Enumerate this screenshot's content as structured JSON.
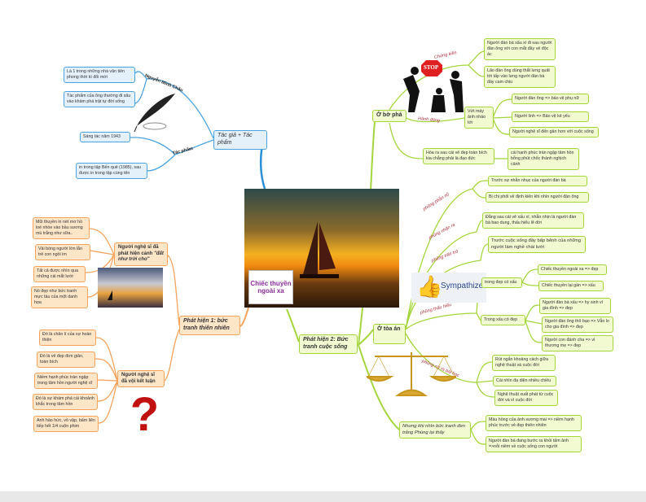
{
  "center": {
    "title": "Chiếc thuyền ngoài xa"
  },
  "author_branch": {
    "title": "Tác giả + Tác phẩm",
    "author_label": "Nguyễn Minh Châu",
    "work_label": "Tác phẩm",
    "author_items": [
      "Là 1 trong những nhà văn tiên phong thời kì đổi mới",
      "Tác phẩm của ông thường đi sâu vào khám phá trật tự đời sống"
    ],
    "work_items": [
      "Sáng tác năm 1943",
      "in trong tập Bến quê (1985), sau được in trong tập cùng tên"
    ]
  },
  "discovery1": {
    "title": "Phát hiện 1: bức tranh thiên nhiên",
    "scene": {
      "title_line1": "Người nghệ sĩ đã phát hiện cảnh",
      "title_line2": "\"đất như trời cho\"",
      "items": [
        "Mũi thuyền in nét mơ hồ loè nhòe vào bầu sương mù trắng như sữa..",
        "Vài bóng người lớn lẫn trẻ con ngồi im",
        "Tất cả được nhìn qua những cái mắt lưới",
        "Nó đẹp như bức tranh mực tàu của một danh họa"
      ]
    },
    "conclusion": {
      "title": "Người nghệ sĩ đã vội kết luận",
      "items": [
        "Đó là chân lí của sự hoàn thiện",
        "Đó là vẻ đẹp đơn giản, toàn bích",
        "Niềm hạnh phúc tràn ngập trong tâm hồn người nghệ sĩ",
        "Đó là sự khám phá cái khoảnh khắc trong tâm hồn",
        "Anh háo hức, vồ vập, bấm liên tiếp hết 1/4 cuộn phim"
      ]
    }
  },
  "discovery2": {
    "title": "Phát hiện 2: Bức tranh cuộc sống",
    "lagoon": {
      "title": "Ở bờ phá",
      "witness_label": "Chứng kiến",
      "action_label": "Hành động",
      "stop_sign": "STOP",
      "witness_items": [
        "Người đàn bà xấu xí đi sau người đàn ông với con mắt đầy vẻ độc ác",
        "Lão đàn ông dùng thắt lưng quất tới tấp vào lưng người đàn bà đầy cam chịu"
      ],
      "action": "Vứt máy ảnh nhào tới",
      "action_items": [
        "Người đàn ông => bảo vệ phụ nữ",
        "Người lính => Bảo vệ kẻ yếu",
        "Người nghệ sĩ đến gần hơn với cuộc sống"
      ],
      "realization": "Hóa ra sau cái vẻ đẹp toàn bích kia chẳng phải là đạo đức",
      "realization_item": "cái hạnh phúc tràn ngập tâm hồn bỗng phút chốc thành nghịch cảnh"
    },
    "court": {
      "title": "Ở tòa án",
      "anger_label": "phũng phẫn nộ",
      "anger_items": [
        "Trước sự nhẫn nhục của người đàn bà",
        "Bị chi phối về định kiến khi nhìn người đàn ông"
      ],
      "realize_label": "phũng nhận ra",
      "realize_item": "Đằng sau cái vẻ xấu xí, nhẫn nhịn là người đàn bà bao dung, thấu hiểu lẽ đời",
      "worry_label": "phũng trăn trở",
      "worry_item": "Trước cuộc sống đầy bấp bênh của những người làm nghề chài lưới",
      "sympathize_image_text": "Sympathize",
      "understand_label": "phũng thấu hiểu",
      "beauty_has_ugly": "trong đẹp có xấu",
      "beauty_items": [
        "Chiếc thuyền ngoài xa => đẹp",
        "Chiếc thuyền lại gần => xấu"
      ],
      "ugly_has_beauty": "Trong xấu có đẹp",
      "ugly_items": [
        "Người đàn bà xấu => hy sinh vì gia đình => đẹp",
        "Người đàn ông thô bạo => Vẫn lo cho gia đình => đẹp",
        "Người con đánh cha => vì thương mẹ => đẹp"
      ],
      "lesson_label": "phũng rút ra bài học",
      "lesson_items": [
        "Rút ngắn khoảng cách giữa nghệ thuật và cuộc đời",
        "Cái nhìn đa diện nhiều chiều",
        "Nghệ thuật xuất phát từ cuộc đời và vì cuộc đời"
      ]
    },
    "photo": {
      "title": "Nhưng khi nhìn bức tranh đen trắng Phùng lại thấy",
      "items": [
        "Màu hồng của ánh sương mai => niềm hạnh phúc trước vẻ đẹp thiên nhiên",
        "Người đàn bà đang bước ra khỏi tấm ảnh =>nỗi niềm về cuộc sống con người"
      ]
    }
  },
  "colors": {
    "blue": "#4aa3df",
    "green": "#a4d63c",
    "orange": "#f5a25a"
  }
}
